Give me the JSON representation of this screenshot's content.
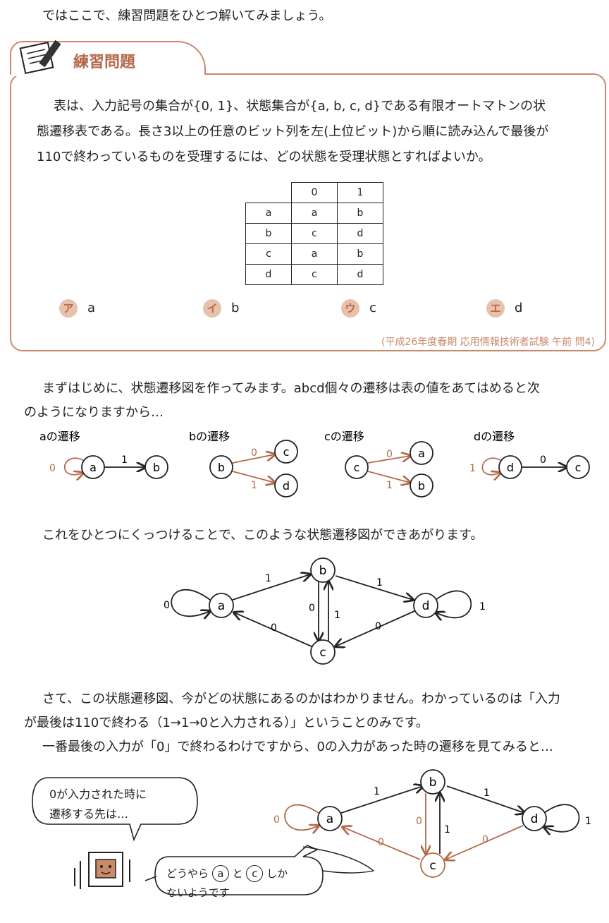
{
  "intro": "ではここで、練習問題をひとつ解いてみましょう。",
  "exercise": {
    "title": "練習問題",
    "question_lines": [
      "表は、入力記号の集合が{0, 1}、状態集合が{a, b, c, d}である有限オートマトンの状",
      "態遷移表である。長さ3以上の任意のビット列を左(上位ビット)から順に読み込んで最後が",
      "110で終わっているものを受理するには、どの状態を受理状態とすればよいか。"
    ],
    "table": {
      "headers": [
        "",
        "0",
        "1"
      ],
      "rows": [
        [
          "a",
          "a",
          "b"
        ],
        [
          "b",
          "c",
          "d"
        ],
        [
          "c",
          "a",
          "b"
        ],
        [
          "d",
          "c",
          "d"
        ]
      ]
    },
    "choices": [
      {
        "mark": "ア",
        "label": "a"
      },
      {
        "mark": "イ",
        "label": "b"
      },
      {
        "mark": "ウ",
        "label": "c"
      },
      {
        "mark": "エ",
        "label": "d"
      }
    ],
    "source": "(平成26年度春期 応用情報技術者試験 午前 問4)"
  },
  "explain1_lines": [
    "まずはじめに、状態遷移図を作ってみます。abcd個々の遷移は表の値をあてはめると次",
    "のようになりますから…"
  ],
  "mini_titles": [
    "aの遷移",
    "bの遷移",
    "cの遷移",
    "dの遷移"
  ],
  "states": [
    "a",
    "b",
    "c",
    "d"
  ],
  "edge_labels": {
    "zero": "0",
    "one": "1"
  },
  "explain2": "これをひとつにくっつけることで、このような状態遷移図ができあがります。",
  "explain3_lines": [
    "さて、この状態遷移図、今がどの状態にあるのかはわかりません。わかっているのは「入力",
    "が最後は110で終わる（1→1→0と入力される）」ということのみです。",
    "一番最後の入力が「0」で終わるわけですから、0の入力があった時の遷移を見てみると…"
  ],
  "bubble1_lines": [
    "0が入力された時に",
    "遷移する先は…"
  ],
  "bubble2": {
    "pre": "どうやら",
    "mid": "と",
    "post": "しか",
    "line2": "ないようです"
  },
  "colors": {
    "accent": "#b5694a",
    "border": "#c9896a",
    "badge": "#e8c1ab"
  }
}
